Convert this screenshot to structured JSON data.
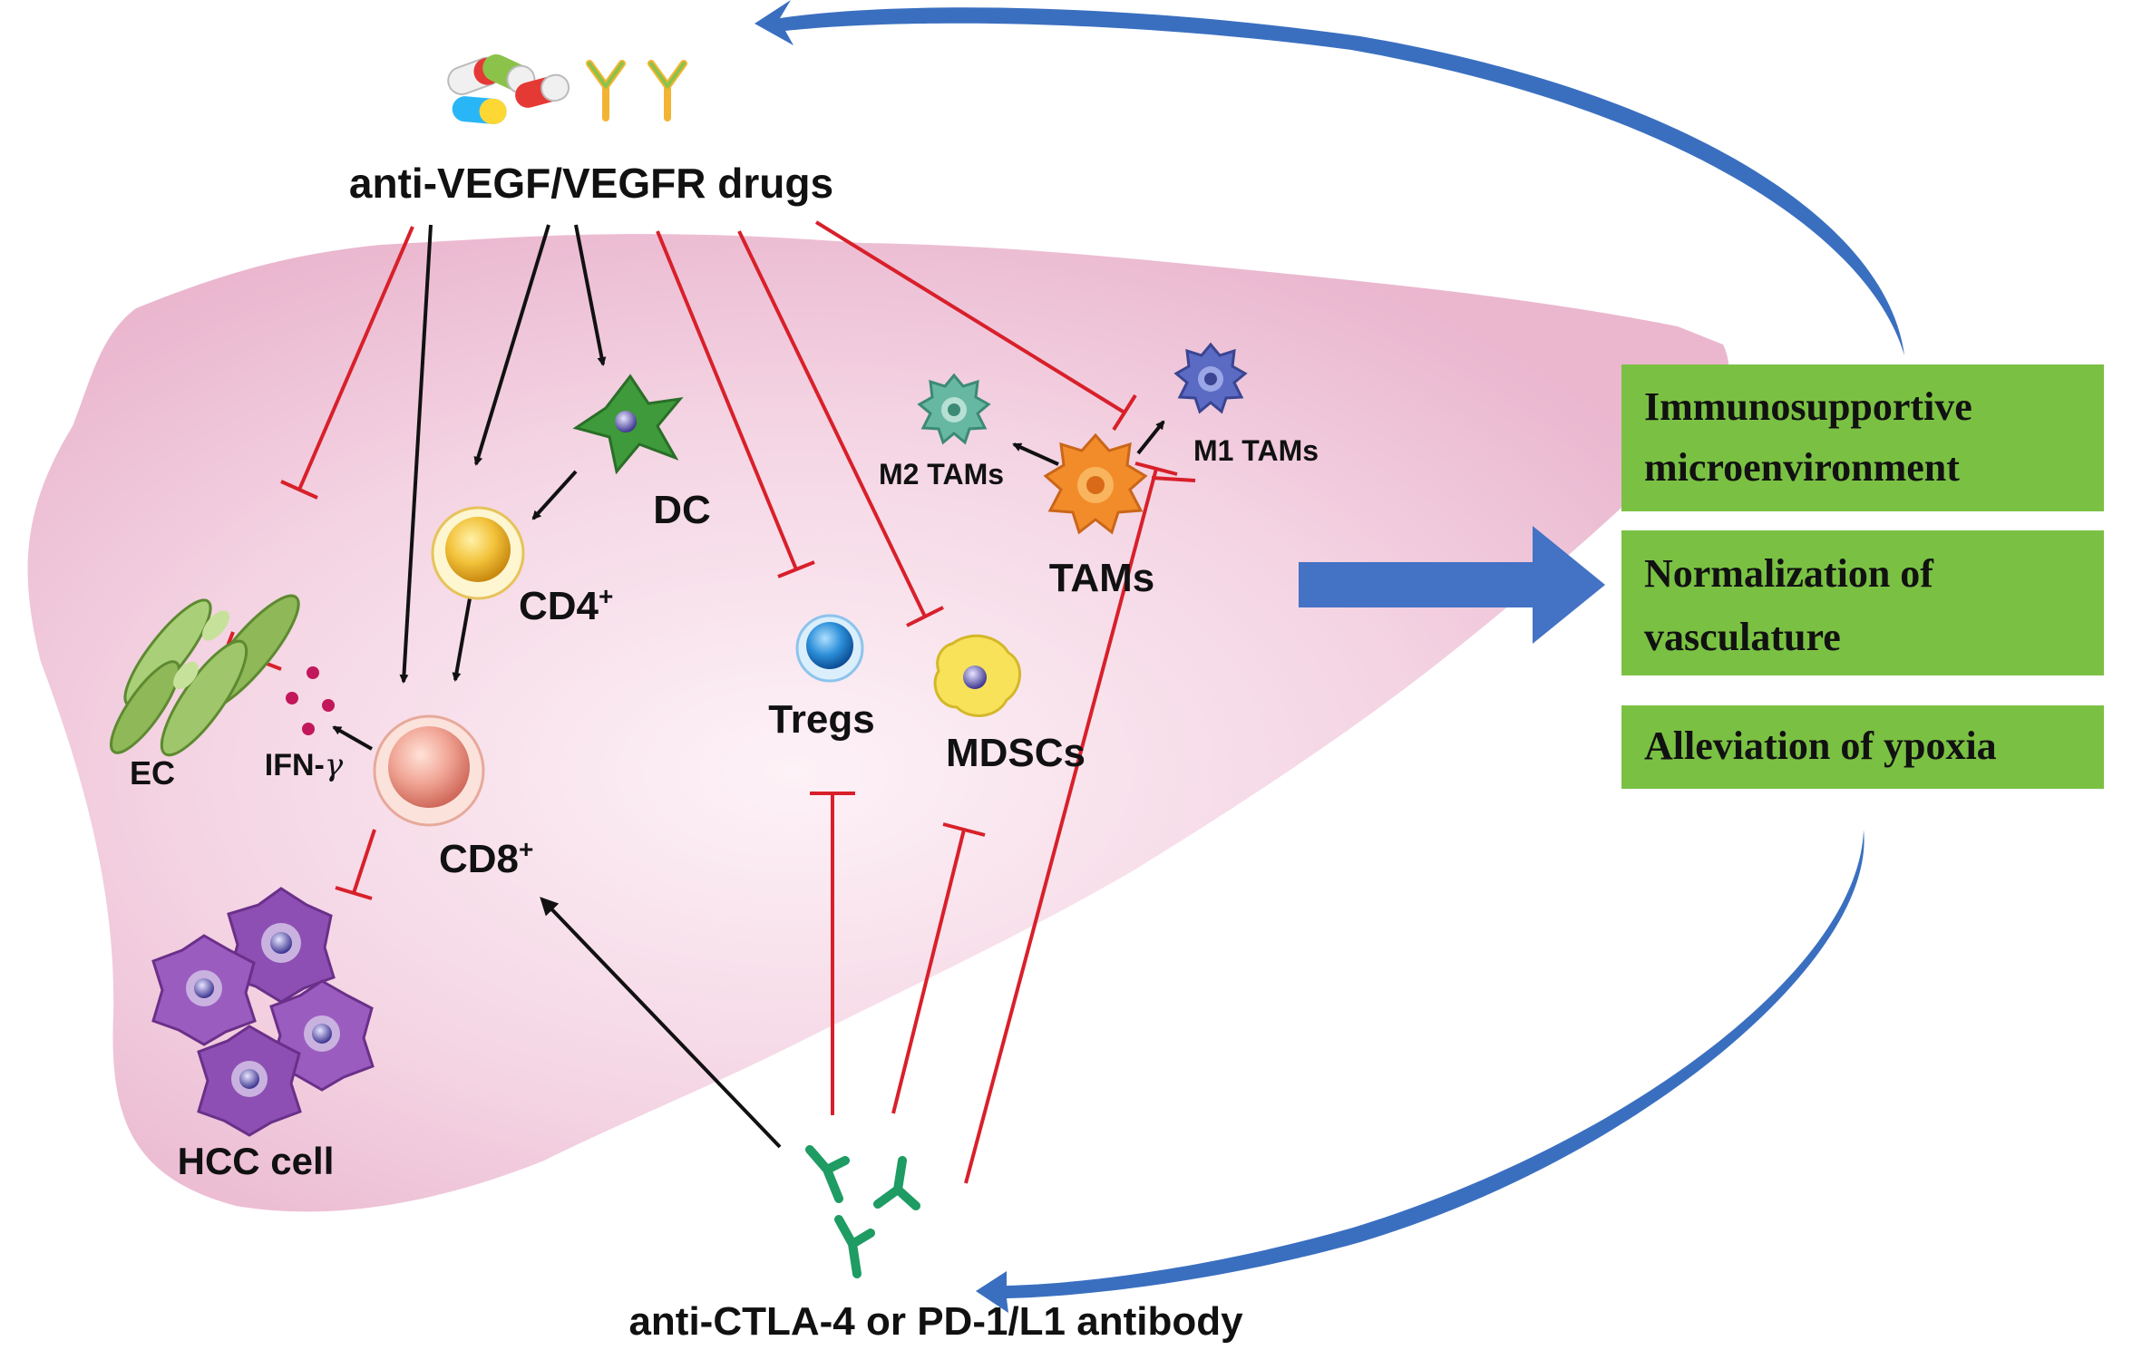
{
  "drugs": {
    "top": "anti-VEGF/VEGFR drugs",
    "bottom": "anti-CTLA-4 or PD-1/L1 antibody"
  },
  "cells": {
    "ec": "EC",
    "ifn": "IFN-",
    "ifn_symbol": "γ",
    "dc": "DC",
    "cd4": "CD4",
    "cd4_sup": "+",
    "cd8": "CD8",
    "cd8_sup": "+",
    "hcc": "HCC cell",
    "tregs": "Tregs",
    "mdscs": "MDSCs",
    "tams": "TAMs",
    "m1": "M1 TAMs",
    "m2": "M2 TAMs"
  },
  "outcomes": {
    "box1_line1": "Immunosupportive",
    "box1_line2": "microenvironment",
    "box2_line1": "Normalization  of",
    "box2_line2": "vasculature",
    "box3_line1": "Alleviation of ypoxia"
  },
  "colors": {
    "liver": "#f4d4e3",
    "inhibit": "#d8202a",
    "activate": "#111111",
    "box": "#7ac143",
    "feedback_arrow": "#3a6fc0"
  }
}
